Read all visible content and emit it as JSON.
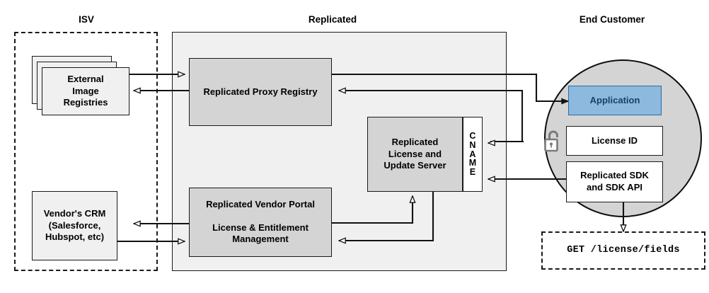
{
  "zones": {
    "isv": {
      "title": "ISV"
    },
    "replicated": {
      "title": "Replicated"
    },
    "end_customer": {
      "title": "End Customer"
    }
  },
  "nodes": {
    "external_image_registries": {
      "line1": "External",
      "line2": "Image",
      "line3": "Registries"
    },
    "vendor_crm": {
      "line1": "Vendor's CRM",
      "line2": "(Salesforce,",
      "line3": "Hubspot, etc)"
    },
    "proxy_registry": {
      "label": "Replicated Proxy Registry"
    },
    "license_server": {
      "line1": "Replicated",
      "line2": "License and",
      "line3": "Update Server"
    },
    "cname": {
      "letters": [
        "C",
        "N",
        "A",
        "M",
        "E"
      ],
      "label": "CNAME"
    },
    "vendor_portal": {
      "line1": "Replicated Vendor Portal",
      "line2": "License & Entitlement",
      "line3": "Management"
    },
    "application": {
      "label": "Application"
    },
    "license_id": {
      "label": "License ID"
    },
    "replicated_sdk": {
      "line1": "Replicated SDK",
      "line2": "and SDK API"
    },
    "api_call": {
      "label": "GET /license/fields"
    }
  },
  "icons": {
    "padlock": {
      "name": "unlocked-padlock-icon",
      "state": "unlocked"
    }
  },
  "colors": {
    "outline": "#1a1a1a",
    "gray_fill": "#d4d4d4",
    "light_fill": "#f0f0f0",
    "white_fill": "#ffffff",
    "application_fill": "#8cb9dd",
    "application_border": "#2c6ca3",
    "application_text": "#17406b",
    "lock_gray": "#7a7a7a",
    "page_background": "#ffffff"
  }
}
